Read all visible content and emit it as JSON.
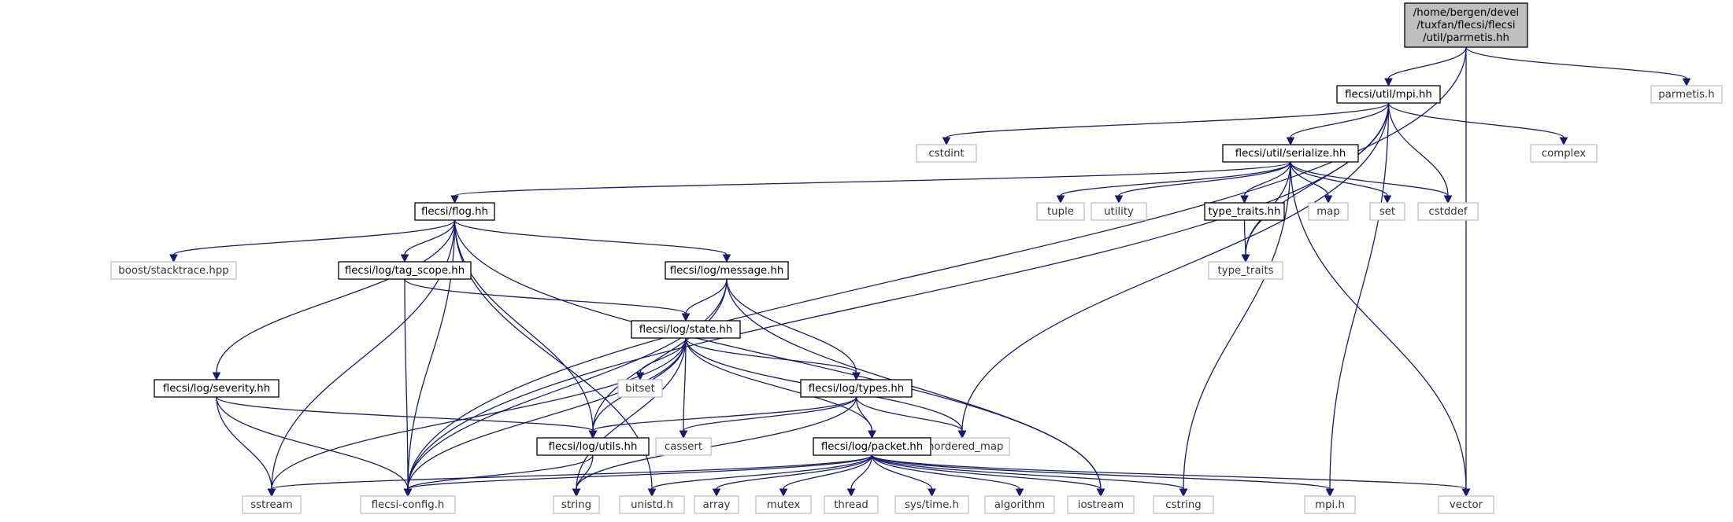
{
  "nodes": [
    {
      "id": "root",
      "kind": "root",
      "lines": [
        "/home/bergen/devel",
        "/tuxfan/flecsi/flecsi",
        "/util/parmetis.hh"
      ]
    },
    {
      "id": "mpi_hh",
      "kind": "local",
      "lines": [
        "flecsi/util/mpi.hh"
      ]
    },
    {
      "id": "parmetis_h",
      "kind": "sys",
      "lines": [
        "parmetis.h"
      ]
    },
    {
      "id": "cstdint",
      "kind": "sys",
      "lines": [
        "cstdint"
      ]
    },
    {
      "id": "complex",
      "kind": "sys",
      "lines": [
        "complex"
      ]
    },
    {
      "id": "serialize_hh",
      "kind": "local",
      "lines": [
        "flecsi/util/serialize.hh"
      ]
    },
    {
      "id": "flog_hh",
      "kind": "local",
      "lines": [
        "flecsi/flog.hh"
      ]
    },
    {
      "id": "tuple",
      "kind": "sys",
      "lines": [
        "tuple"
      ]
    },
    {
      "id": "utility",
      "kind": "sys",
      "lines": [
        "utility"
      ]
    },
    {
      "id": "type_traits_hh",
      "kind": "local",
      "lines": [
        "type_traits.hh"
      ]
    },
    {
      "id": "map",
      "kind": "sys",
      "lines": [
        "map"
      ]
    },
    {
      "id": "set",
      "kind": "sys",
      "lines": [
        "set"
      ]
    },
    {
      "id": "cstddef",
      "kind": "sys",
      "lines": [
        "cstddef"
      ]
    },
    {
      "id": "boost_stacktrace",
      "kind": "sys",
      "lines": [
        "boost/stacktrace.hpp"
      ]
    },
    {
      "id": "tag_scope_hh",
      "kind": "local",
      "lines": [
        "flecsi/log/tag_scope.hh"
      ]
    },
    {
      "id": "message_hh",
      "kind": "local",
      "lines": [
        "flecsi/log/message.hh"
      ]
    },
    {
      "id": "type_traits",
      "kind": "sys",
      "lines": [
        "type_traits"
      ]
    },
    {
      "id": "state_hh",
      "kind": "local",
      "lines": [
        "flecsi/log/state.hh"
      ]
    },
    {
      "id": "severity_hh",
      "kind": "local",
      "lines": [
        "flecsi/log/severity.hh"
      ]
    },
    {
      "id": "bitset",
      "kind": "sys",
      "lines": [
        "bitset"
      ]
    },
    {
      "id": "types_hh",
      "kind": "local",
      "lines": [
        "flecsi/log/types.hh"
      ]
    },
    {
      "id": "utils_hh",
      "kind": "local",
      "lines": [
        "flecsi/log/utils.hh"
      ]
    },
    {
      "id": "cassert",
      "kind": "sys",
      "lines": [
        "cassert"
      ]
    },
    {
      "id": "unordered_map",
      "kind": "sys",
      "lines": [
        "unordered_map"
      ]
    },
    {
      "id": "packet_hh",
      "kind": "local",
      "lines": [
        "flecsi/log/packet.hh"
      ]
    },
    {
      "id": "sstream",
      "kind": "sys",
      "lines": [
        "sstream"
      ]
    },
    {
      "id": "flecsi_config_h",
      "kind": "sys",
      "lines": [
        "flecsi-config.h"
      ]
    },
    {
      "id": "string",
      "kind": "sys",
      "lines": [
        "string"
      ]
    },
    {
      "id": "unistd_h",
      "kind": "sys",
      "lines": [
        "unistd.h"
      ]
    },
    {
      "id": "array",
      "kind": "sys",
      "lines": [
        "array"
      ]
    },
    {
      "id": "mutex",
      "kind": "sys",
      "lines": [
        "mutex"
      ]
    },
    {
      "id": "thread",
      "kind": "sys",
      "lines": [
        "thread"
      ]
    },
    {
      "id": "sys_time_h",
      "kind": "sys",
      "lines": [
        "sys/time.h"
      ]
    },
    {
      "id": "algorithm",
      "kind": "sys",
      "lines": [
        "algorithm"
      ]
    },
    {
      "id": "iostream",
      "kind": "sys",
      "lines": [
        "iostream"
      ]
    },
    {
      "id": "cstring",
      "kind": "sys",
      "lines": [
        "cstring"
      ]
    },
    {
      "id": "mpi_h",
      "kind": "sys",
      "lines": [
        "mpi.h"
      ]
    },
    {
      "id": "vector",
      "kind": "sys",
      "lines": [
        "vector"
      ]
    }
  ],
  "edges": [
    [
      "root",
      "mpi_hh"
    ],
    [
      "root",
      "parmetis_h"
    ],
    [
      "root",
      "flecsi_config_h"
    ],
    [
      "root",
      "vector"
    ],
    [
      "mpi_hh",
      "cstdint"
    ],
    [
      "mpi_hh",
      "complex"
    ],
    [
      "mpi_hh",
      "serialize_hh"
    ],
    [
      "mpi_hh",
      "flecsi_config_h"
    ],
    [
      "mpi_hh",
      "unordered_map"
    ],
    [
      "mpi_hh",
      "cstddef"
    ],
    [
      "mpi_hh",
      "mpi_h"
    ],
    [
      "mpi_hh",
      "type_traits"
    ],
    [
      "serialize_hh",
      "flog_hh"
    ],
    [
      "serialize_hh",
      "tuple"
    ],
    [
      "serialize_hh",
      "utility"
    ],
    [
      "serialize_hh",
      "type_traits_hh"
    ],
    [
      "serialize_hh",
      "map"
    ],
    [
      "serialize_hh",
      "set"
    ],
    [
      "serialize_hh",
      "cstddef"
    ],
    [
      "serialize_hh",
      "type_traits"
    ],
    [
      "serialize_hh",
      "cstring"
    ],
    [
      "serialize_hh",
      "vector"
    ],
    [
      "type_traits_hh",
      "type_traits"
    ],
    [
      "flog_hh",
      "boost_stacktrace"
    ],
    [
      "flog_hh",
      "tag_scope_hh"
    ],
    [
      "flog_hh",
      "message_hh"
    ],
    [
      "flog_hh",
      "severity_hh"
    ],
    [
      "flog_hh",
      "utils_hh"
    ],
    [
      "flog_hh",
      "flecsi_config_h"
    ],
    [
      "flog_hh",
      "sstream"
    ],
    [
      "flog_hh",
      "unistd_h"
    ],
    [
      "flog_hh",
      "iostream"
    ],
    [
      "tag_scope_hh",
      "state_hh"
    ],
    [
      "tag_scope_hh",
      "flecsi_config_h"
    ],
    [
      "message_hh",
      "state_hh"
    ],
    [
      "message_hh",
      "types_hh"
    ],
    [
      "message_hh",
      "utils_hh"
    ],
    [
      "message_hh",
      "flecsi_config_h"
    ],
    [
      "message_hh",
      "iostream"
    ],
    [
      "state_hh",
      "bitset"
    ],
    [
      "state_hh",
      "types_hh"
    ],
    [
      "state_hh",
      "utils_hh"
    ],
    [
      "state_hh",
      "cassert"
    ],
    [
      "state_hh",
      "unordered_map"
    ],
    [
      "state_hh",
      "packet_hh"
    ],
    [
      "state_hh",
      "sstream"
    ],
    [
      "state_hh",
      "flecsi_config_h"
    ],
    [
      "state_hh",
      "string"
    ],
    [
      "severity_hh",
      "utils_hh"
    ],
    [
      "severity_hh",
      "sstream"
    ],
    [
      "severity_hh",
      "flecsi_config_h"
    ],
    [
      "types_hh",
      "packet_hh"
    ],
    [
      "types_hh",
      "utils_hh"
    ],
    [
      "types_hh",
      "cassert"
    ],
    [
      "types_hh",
      "unordered_map"
    ],
    [
      "types_hh",
      "string"
    ],
    [
      "utils_hh",
      "string"
    ],
    [
      "utils_hh",
      "flecsi_config_h"
    ],
    [
      "packet_hh",
      "sstream"
    ],
    [
      "packet_hh",
      "flecsi_config_h"
    ],
    [
      "packet_hh",
      "unistd_h"
    ],
    [
      "packet_hh",
      "array"
    ],
    [
      "packet_hh",
      "mutex"
    ],
    [
      "packet_hh",
      "thread"
    ],
    [
      "packet_hh",
      "sys_time_h"
    ],
    [
      "packet_hh",
      "algorithm"
    ],
    [
      "packet_hh",
      "iostream"
    ],
    [
      "packet_hh",
      "cstring"
    ],
    [
      "packet_hh",
      "mpi_h"
    ],
    [
      "packet_hh",
      "vector"
    ]
  ]
}
